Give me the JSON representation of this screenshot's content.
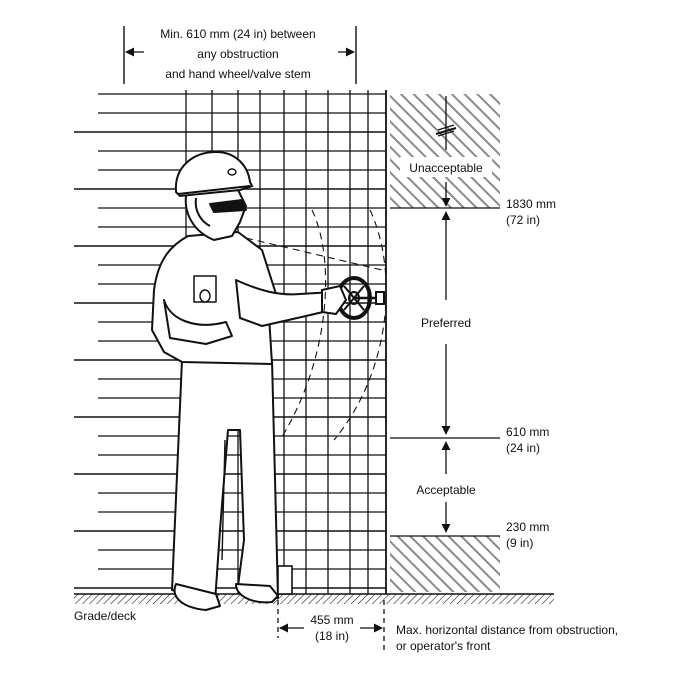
{
  "dimensions": {
    "top_clearance": [
      "Min. 610 mm (24 in) between",
      "any obstruction",
      "and hand wheel/valve stem"
    ],
    "level_high": {
      "mm": "1830 mm",
      "in": "(72 in)"
    },
    "level_mid": {
      "mm": "610 mm",
      "in": "(24 in)"
    },
    "level_low": {
      "mm": "230 mm",
      "in": "(9 in)"
    },
    "horizontal": {
      "mm": "455 mm",
      "in": "(18 in)"
    }
  },
  "zones": {
    "unacceptable": "Unacceptable",
    "preferred": "Preferred",
    "acceptable": "Acceptable"
  },
  "labels": {
    "grade": "Grade/deck",
    "max_distance": [
      "Max. horizontal distance from obstruction,",
      "or operator's front"
    ]
  },
  "colors": {
    "line": "#111111",
    "background": "#ffffff"
  },
  "icons": [
    "hand-wheel-icon",
    "hard-hat-icon"
  ]
}
